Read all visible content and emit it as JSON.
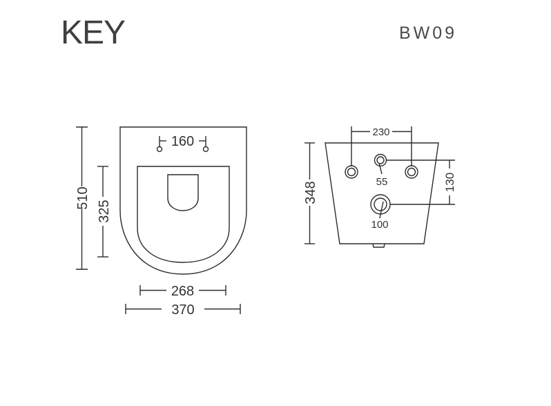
{
  "header": {
    "brand_title": "KEY",
    "model_code": "BW09"
  },
  "top_view": {
    "dims": {
      "total_length": "510",
      "inner_length": "325",
      "hole_spacing": "160",
      "inner_width": "268",
      "total_width": "370"
    }
  },
  "rear_view": {
    "dims": {
      "height": "348",
      "bolt_spacing": "230",
      "inlet_height": "130",
      "inlet_diameter": "55",
      "outlet_diameter": "100"
    }
  },
  "colors": {
    "line": "#2b2b2b",
    "text": "#4a4a4a"
  }
}
